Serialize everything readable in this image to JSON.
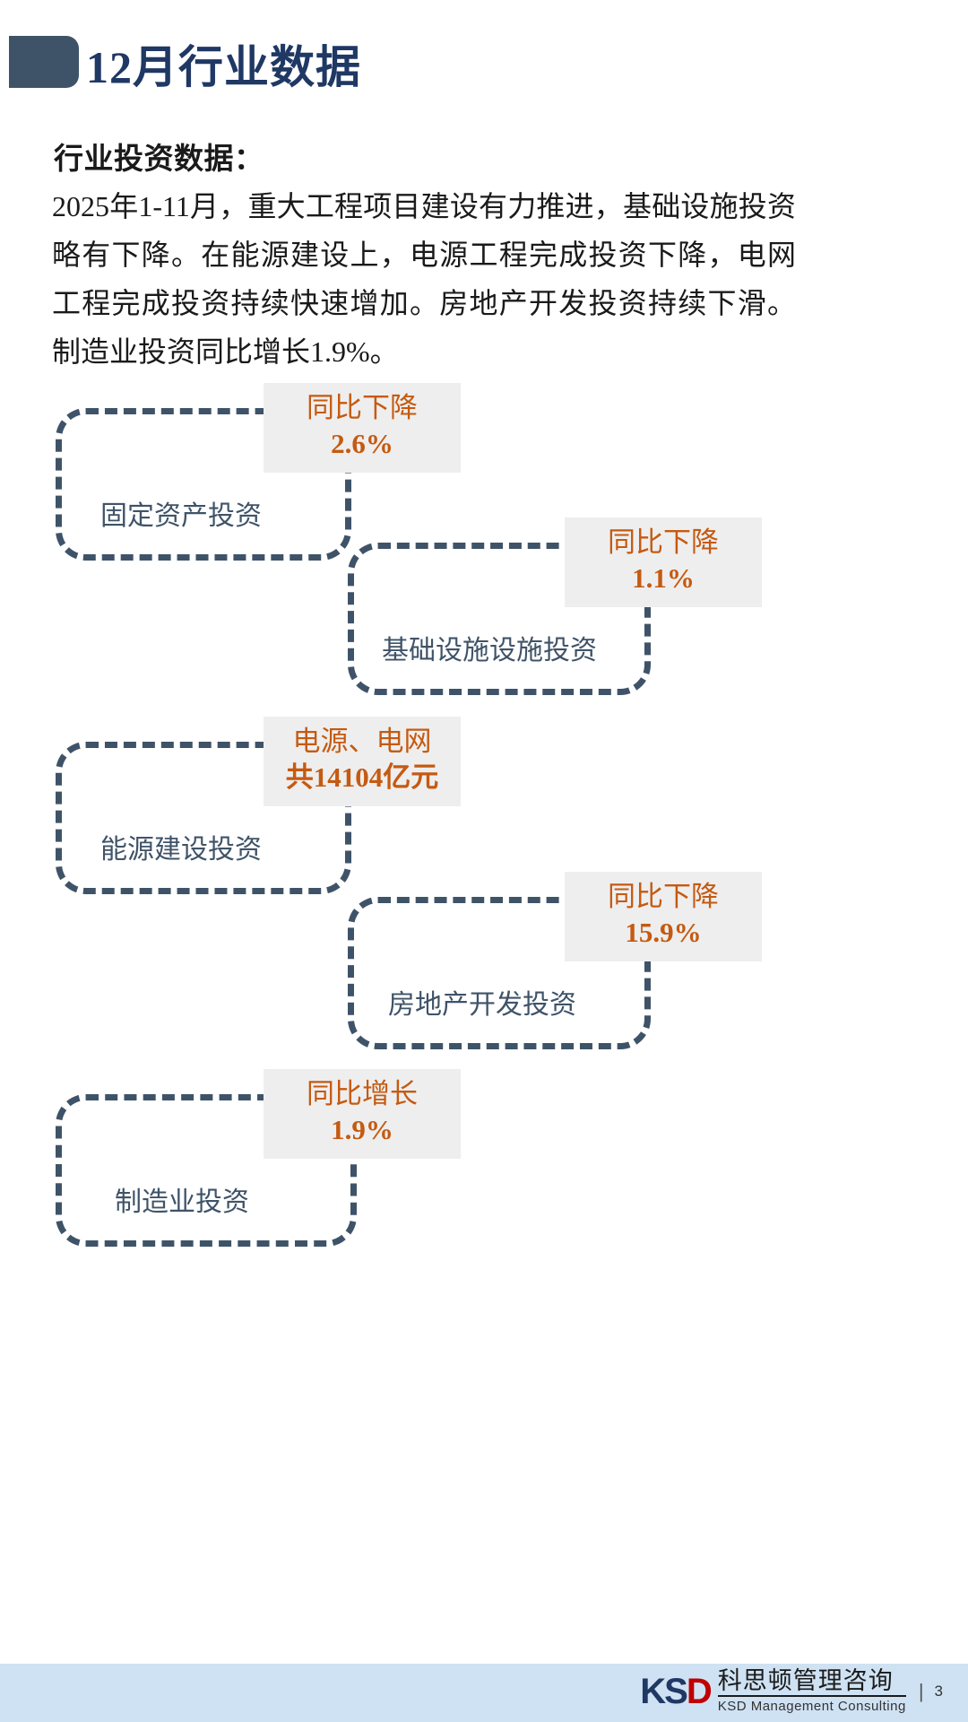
{
  "header": {
    "title": "12月行业数据",
    "accent_color": "#1f3864",
    "tab_color": "#3f5368"
  },
  "content": {
    "section_title": "行业投资数据：",
    "paragraph": "2025年1-11月，重大工程项目建设有力推进，基础设施投资略有下降。在能源建设上，电源工程完成投资下降，电网工程完成投资持续快速增加。房地产开发投资持续下滑。制造业投资同比增长1.9%。"
  },
  "diagram": {
    "border_color": "#3f5368",
    "tag_bg": "#eeeeee",
    "tag_text_color": "#c55a11",
    "nodes": [
      {
        "label": "固定资产投资",
        "tag_line1": "同比下降",
        "tag_line2": "2.6%",
        "align": "left"
      },
      {
        "label": "基础设施设施投资",
        "tag_line1": "同比下降",
        "tag_line2": "1.1%",
        "align": "right"
      },
      {
        "label": "能源建设投资",
        "tag_line1": "电源、电网",
        "tag_line2": "共14104亿元",
        "align": "left"
      },
      {
        "label": "房地产开发投资",
        "tag_line1": "同比下降",
        "tag_line2": "15.9%",
        "align": "right"
      },
      {
        "label": "制造业投资",
        "tag_line1": "同比增长",
        "tag_line2": "1.9%",
        "align": "left"
      }
    ]
  },
  "footer": {
    "logo_k": "KS",
    "logo_sd": "D",
    "company_cn": "科思顿管理咨询",
    "company_en": "KSD Management Consulting",
    "separator": "|",
    "page_number": "3",
    "bar_color": "#cfe2f3"
  }
}
